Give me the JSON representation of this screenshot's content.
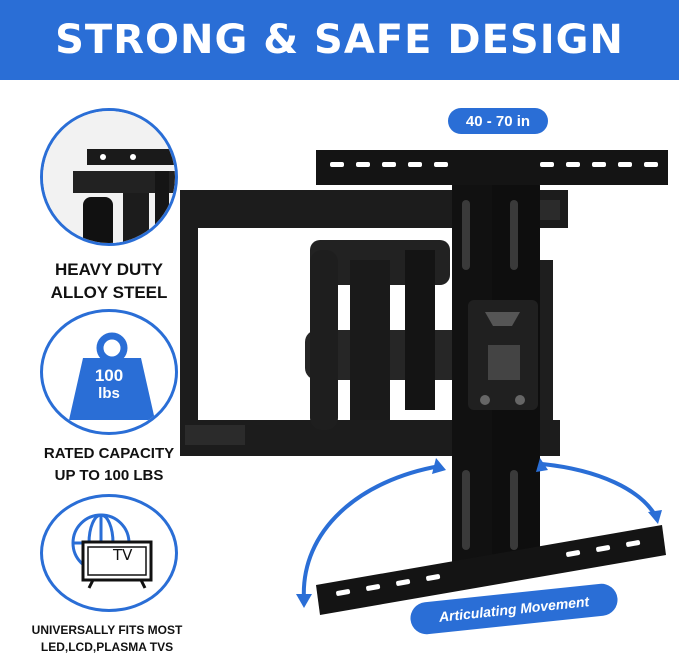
{
  "banner": {
    "title": "STRONG & SAFE DESIGN"
  },
  "size_range": "40 - 70 in",
  "features": [
    {
      "line1": "HEAVY DUTY",
      "line2": "ALLOY STEEL",
      "icon": "bracket-closeup"
    },
    {
      "line1": "RATED CAPACITY",
      "line2": "UP TO 100 LBS",
      "icon": "weight-icon",
      "weight_value": "100",
      "weight_unit": "lbs"
    },
    {
      "line1": "UNIVERSALLY FITS MOST",
      "line2": "LED,LCD,PLASMA TVS",
      "icon": "tv-globe-icon",
      "tv_label": "TV"
    }
  ],
  "movement_label": "Articulating Movement",
  "colors": {
    "accent": "#2a6ed6",
    "metal": "#1c1c1c",
    "text": "#111111"
  }
}
